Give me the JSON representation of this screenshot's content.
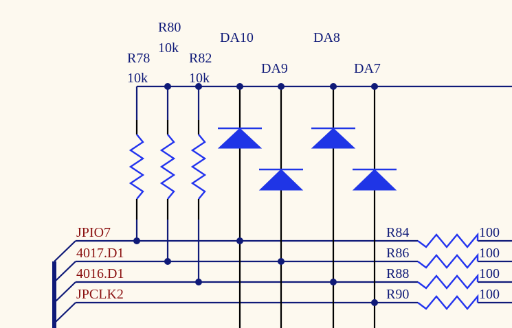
{
  "resistors_top": [
    {
      "ref": "R78",
      "value": "10k"
    },
    {
      "ref": "R80",
      "value": "10k"
    },
    {
      "ref": "R82",
      "value": "10k"
    }
  ],
  "diodes": [
    "DA10",
    "DA9",
    "DA8",
    "DA7"
  ],
  "nets": [
    "JPIO7",
    "4017.D1",
    "4016.D1",
    "JPCLK2"
  ],
  "series_resistors": [
    {
      "ref": "R84",
      "value": "100"
    },
    {
      "ref": "R86",
      "value": "100"
    },
    {
      "ref": "R88",
      "value": "100"
    },
    {
      "ref": "R90",
      "value": "100"
    }
  ],
  "colors": {
    "wire": "#0f1a78",
    "component": "#1f35e6",
    "net_label": "#8a1010",
    "background": "#fdf9ef"
  }
}
